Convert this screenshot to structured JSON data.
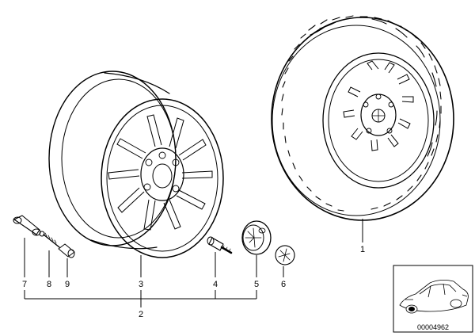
{
  "diagram": {
    "callouts": {
      "c1": "1",
      "c2": "2",
      "c3": "3",
      "c4": "4",
      "c5": "5",
      "c6": "6",
      "c7": "7",
      "c8": "8",
      "c9": "9"
    },
    "inset": {
      "reference_number": "00004962"
    }
  }
}
